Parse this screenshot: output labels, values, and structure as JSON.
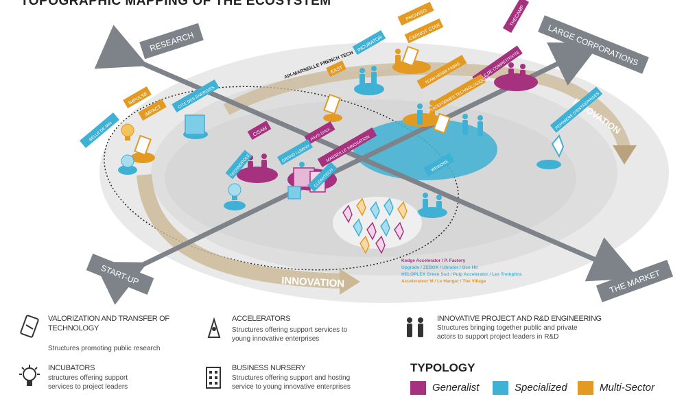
{
  "title": "TOPOGRAPHIC MAPPING OF THE ECOSYSTEM",
  "colors": {
    "generalist": "#a5317f",
    "specialized": "#3fb1d4",
    "multi_sector": "#e39a22",
    "axis": "#7d8388",
    "flow": "#b9a27e",
    "ellipse": "#e8e8e8"
  },
  "axes": {
    "research": "RESEARCH",
    "large_corporations": "LARGE CORPORATIONS",
    "start_up": "START-UP",
    "the_market": "THE MARKET"
  },
  "flows": {
    "innovation_bottom": "INNOVATION",
    "innovation_right": "INNOVATION"
  },
  "signs": {
    "thecamp": "THECAMP",
    "provigo": "PROVIGO",
    "carnot": "CARNOT STAR",
    "incubator_top": "INCUBATOR",
    "aix_marseille": "AIX-MARSEILLE FRENCH TECH",
    "east": "EAST",
    "pole_compet": "POLE DE COMPETITIVITE",
    "team_henri": "TEAM HENRI FABRE",
    "plateformes": "PLATEFORMES TECHNOLOGIQUES",
    "cite_energies": "CITE DES ENERGIES",
    "impulse": "IMPULSE",
    "impact": "IMPACT",
    "belle_de_mai": "BELLE DE MAI",
    "cisam": "CISAM",
    "pays_aix": "PAYS D'AIX",
    "marseille_innov": "MARSEILLE INNOVATION",
    "grand_luminy": "GRAND LUMINY",
    "technopole": "TECHNOPOLE",
    "clean_tech": "CLEANTECH",
    "wework": "WEWORK",
    "pepiniere": "PEPINIERE D'ENTREPRISES"
  },
  "accelerator_lists": {
    "generalist": "Kedge Accelerator / P. Factory",
    "specialized_1": "Upgrade / ZEBOX / Ubrator / Oce Hit",
    "specialized_2": "HELOPLEX Green Sud / Pulp Accelerator / Les Tremplins",
    "multi_sector": "Accelerateur M / Le Hangar / The Village"
  },
  "legend": {
    "valorization": {
      "icon": "valorization-icon",
      "title": "VALORIZATION AND TRANSFER OF TECHNOLOGY",
      "desc": "Structures promoting public research"
    },
    "accelerators": {
      "icon": "rocket-icon",
      "title": "ACCELERATORS",
      "desc_1": "Structures offering support services to",
      "desc_2": "young innovative enterprises"
    },
    "innovative": {
      "icon": "people-icon",
      "title": "INNOVATIVE PROJECT AND R&D ENGINEERING",
      "desc_1": "Structures bringing together public and private",
      "desc_2": "actors to support project leaders in R&D"
    },
    "incubators": {
      "icon": "lightbulb-icon",
      "title": "INCUBATORS",
      "desc_1": "structures offering support",
      "desc_2": "services to project leaders"
    },
    "nursery": {
      "icon": "building-icon",
      "title": "BUSINESS NURSERY",
      "desc_1": "Structures offering support and hosting",
      "desc_2": "service to young innovative enterprises"
    }
  },
  "typology": {
    "title": "TYPOLOGY",
    "items": [
      {
        "label": "Generalist",
        "color": "#a5317f"
      },
      {
        "label": "Specialized",
        "color": "#3fb1d4"
      },
      {
        "label": "Multi-Sector",
        "color": "#e39a22"
      }
    ]
  }
}
